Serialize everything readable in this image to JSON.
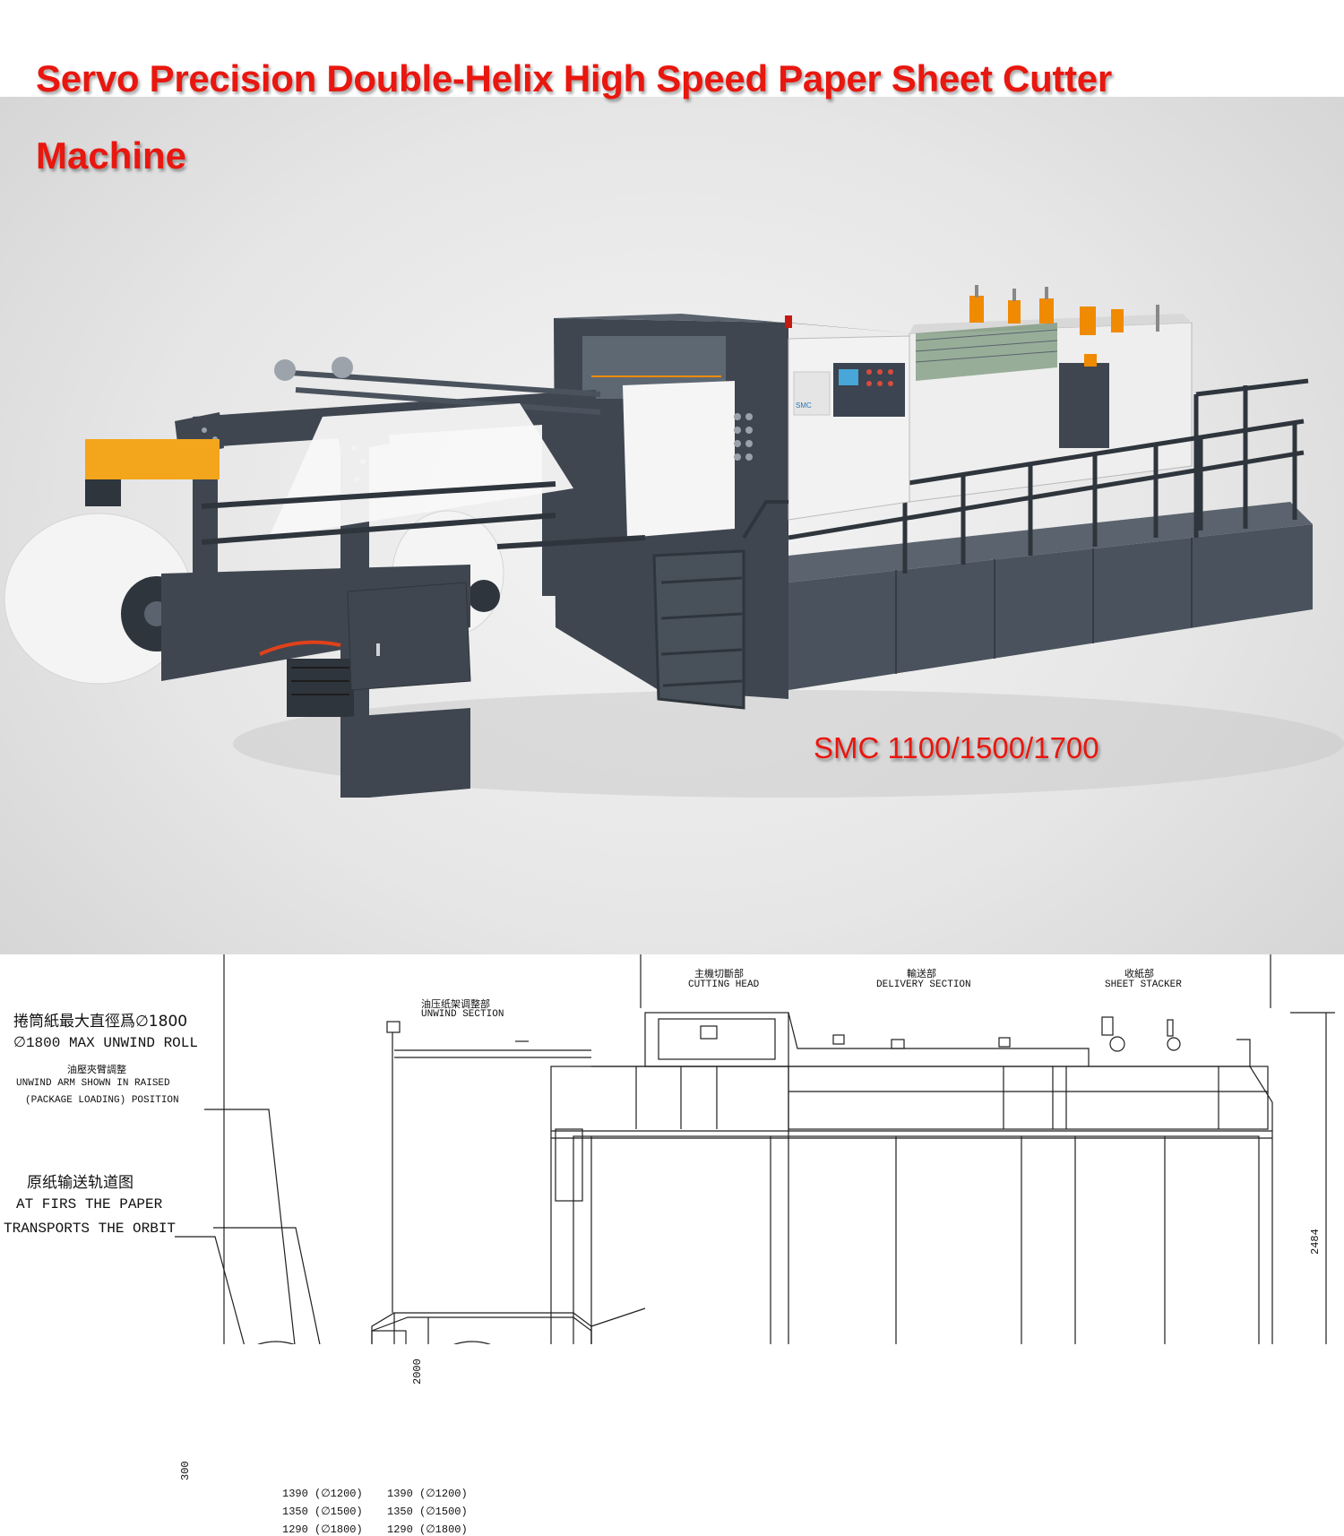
{
  "title": {
    "line1": "Servo Precision Double-Helix High Speed Paper Sheet Cutter",
    "line2": "Machine"
  },
  "model_label": "SMC 1100/1500/1700",
  "panel_badge": "SMC",
  "colors": {
    "title_red": "#e8170f",
    "frame_dark": "#3f4650",
    "housing_white": "#f2f2f2",
    "accent_orange": "#f08a00",
    "motor_yellow": "#f3a51c"
  },
  "drawing": {
    "max_roll_cn": "捲筒紙最大直徑爲∅1800",
    "max_roll_en": "∅1800 MAX UNWIND ROLL",
    "unwind_arm_cn": "油壓夾臂調整",
    "unwind_arm_en_1": "UNWIND ARM SHOWN IN RAISED",
    "unwind_arm_en_2": "(PACKAGE LOADING) POSITION",
    "orbit_cn": "原纸输送轨道图",
    "orbit_en_1": "AT FIRS THE PAPER",
    "orbit_en_2": "TRANSPORTS THE ORBIT",
    "unwind_section_cn": "油压纸架调整部",
    "unwind_section_en": "UNWIND SECTION",
    "cutting_head_cn": "主機切斷部",
    "cutting_head_en": "CUTTING HEAD",
    "delivery_cn": "輸送部",
    "delivery_en": "DELIVERY SECTION",
    "stacker_cn": "收紙部",
    "stacker_en": "SHEET STACKER",
    "dim_height": "2484",
    "dim_2000": "2000",
    "dim_300": "300",
    "table_left": [
      "1390 (∅1200)",
      "1350 (∅1500)",
      "1290 (∅1800)"
    ],
    "table_right": [
      "1390 (∅1200)",
      "1350 (∅1500)",
      "1290 (∅1800)"
    ]
  }
}
